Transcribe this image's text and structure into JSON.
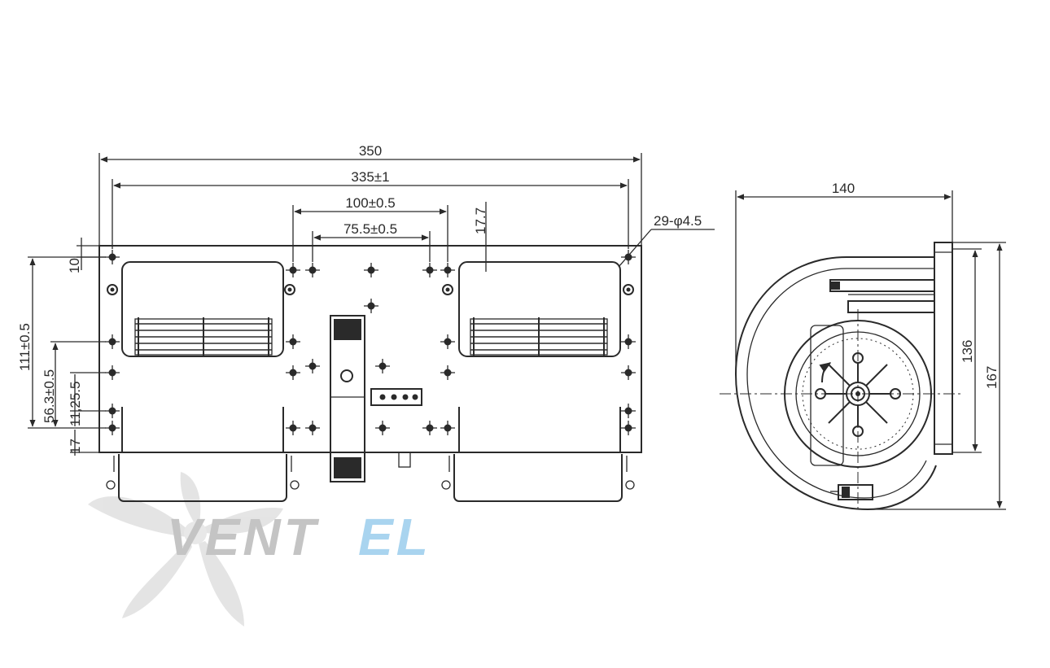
{
  "front_view": {
    "dim_overall_width": "350",
    "dim_hole_span": "335±1",
    "dim_center_span_outer": "100±0.5",
    "dim_center_span_inner": "75.5±0.5",
    "dim_top_offset": "17.7",
    "dim_holes": "29-φ4.5",
    "dim_top_hole": "10",
    "dim_vertical_holes": "111±0.5",
    "dim_mid_hole": "56.3±0.5",
    "dim_low_holes": "11,25.5",
    "dim_bottom": "17"
  },
  "side_view": {
    "dim_width": "140",
    "dim_inner_height": "136",
    "dim_overall_height": "167"
  },
  "watermark": {
    "brand_part1": "VENT",
    "brand_part2": "EL",
    "fan_color": "#c8c8c8",
    "brand_color_1": "#c4c4c4",
    "brand_color_2": "#a9d4ef"
  }
}
